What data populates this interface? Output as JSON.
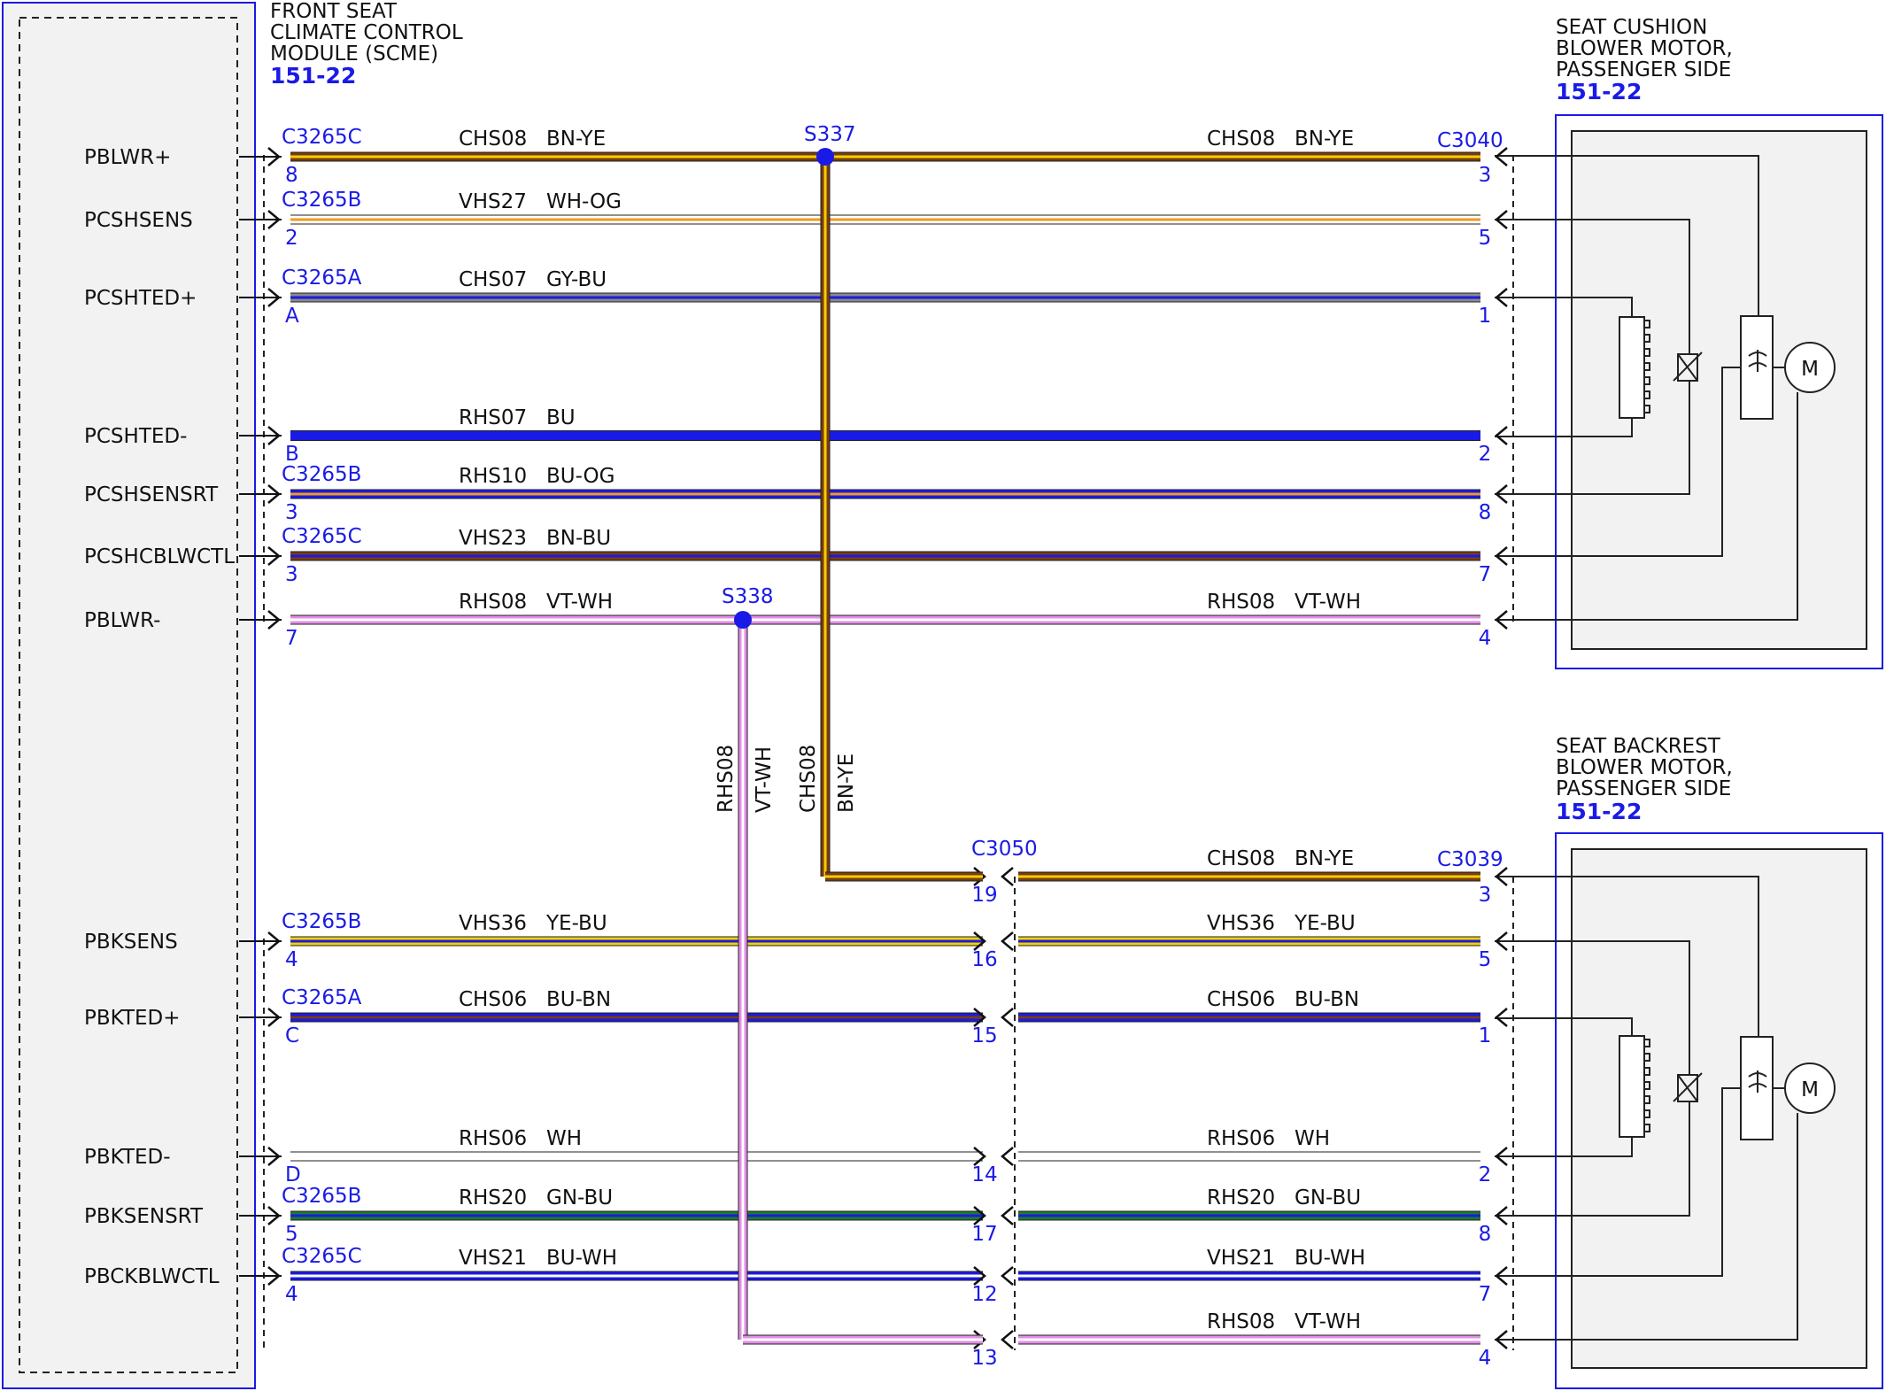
{
  "modules": {
    "scme": {
      "title_lines": [
        "FRONT SEAT",
        "CLIMATE CONTROL",
        "MODULE (SCME)"
      ],
      "ref": "151-22"
    },
    "cushion": {
      "title_lines": [
        "SEAT CUSHION",
        "BLOWER MOTOR,",
        "PASSENGER SIDE"
      ],
      "ref": "151-22",
      "motor_label": "M"
    },
    "backrest": {
      "title_lines": [
        "SEAT BACKREST",
        "BLOWER MOTOR,",
        "PASSENGER SIDE"
      ],
      "ref": "151-22",
      "motor_label": "M"
    }
  },
  "colors": {
    "BN": "#7a3b10",
    "YE": "#f2d000",
    "WH": "#ffffff",
    "OG": "#f09a20",
    "GY": "#8a8a8a",
    "BU": "#1a1ae6",
    "VT": "#e28ee6",
    "GN": "#1d7a2a",
    "outline": "#222222",
    "connector_text": "#1a1ae6"
  },
  "splices": [
    {
      "id": "S337"
    },
    {
      "id": "S338"
    }
  ],
  "inline_connector": {
    "id": "C3050"
  },
  "remote_connectors": {
    "cushion": "C3040",
    "backrest": "C3039"
  },
  "vertical_wire_labels": [
    "RHS08",
    "VT-WH",
    "CHS08",
    "BN-YE"
  ],
  "wires": [
    {
      "signal": "PBLWR+",
      "conn": "C3265C",
      "pin": "8",
      "circuit": "CHS08",
      "color": "BN-YE",
      "right_circuit": "CHS08",
      "right_color": "BN-YE",
      "right_pin": "3",
      "base": "BN",
      "stripe": "YE"
    },
    {
      "signal": "PCSHSENS",
      "conn": "C3265B",
      "pin": "2",
      "circuit": "VHS27",
      "color": "WH-OG",
      "right_pin": "5",
      "base": "WH",
      "stripe": "OG"
    },
    {
      "signal": "PCSHTED+",
      "conn": "C3265A",
      "pin": "A",
      "circuit": "CHS07",
      "color": "GY-BU",
      "right_pin": "1",
      "base": "GY",
      "stripe": "BU"
    },
    {
      "signal": "PCSHTED-",
      "conn": "",
      "pin": "B",
      "circuit": "RHS07",
      "color": "BU",
      "right_pin": "2",
      "base": "BU",
      "stripe": ""
    },
    {
      "signal": "PCSHSENSRT",
      "conn": "C3265B",
      "pin": "3",
      "circuit": "RHS10",
      "color": "BU-OG",
      "right_pin": "8",
      "base": "BU",
      "stripe": "OG"
    },
    {
      "signal": "PCSHCBLWCTL",
      "conn": "C3265C",
      "pin": "3",
      "circuit": "VHS23",
      "color": "BN-BU",
      "right_pin": "7",
      "base": "BN",
      "stripe": "BU"
    },
    {
      "signal": "PBLWR-",
      "conn": "",
      "pin": "7",
      "circuit": "RHS08",
      "color": "VT-WH",
      "right_circuit": "RHS08",
      "right_color": "VT-WH",
      "right_pin": "4",
      "base": "VT",
      "stripe": "WH"
    },
    {
      "signal": "",
      "conn": "",
      "pin": "",
      "circuit": "",
      "color": "",
      "right_circuit": "CHS08",
      "right_color": "BN-YE",
      "mid_pin": "19",
      "right_pin": "3",
      "base": "BN",
      "stripe": "YE"
    },
    {
      "signal": "PBKSENS",
      "conn": "C3265B",
      "pin": "4",
      "circuit": "VHS36",
      "color": "YE-BU",
      "right_circuit": "VHS36",
      "right_color": "YE-BU",
      "mid_pin": "16",
      "right_pin": "5",
      "base": "YE",
      "stripe": "BU"
    },
    {
      "signal": "PBKTED+",
      "conn": "C3265A",
      "pin": "C",
      "circuit": "CHS06",
      "color": "BU-BN",
      "right_circuit": "CHS06",
      "right_color": "BU-BN",
      "mid_pin": "15",
      "right_pin": "1",
      "base": "BU",
      "stripe": "BN"
    },
    {
      "signal": "PBKTED-",
      "conn": "",
      "pin": "D",
      "circuit": "RHS06",
      "color": "WH",
      "right_circuit": "RHS06",
      "right_color": "WH",
      "mid_pin": "14",
      "right_pin": "2",
      "base": "WH",
      "stripe": ""
    },
    {
      "signal": "PBKSENSRT",
      "conn": "C3265B",
      "pin": "5",
      "circuit": "RHS20",
      "color": "GN-BU",
      "right_circuit": "RHS20",
      "right_color": "GN-BU",
      "mid_pin": "17",
      "right_pin": "8",
      "base": "GN",
      "stripe": "BU"
    },
    {
      "signal": "PBCKBLWCTL",
      "conn": "C3265C",
      "pin": "4",
      "circuit": "VHS21",
      "color": "BU-WH",
      "right_circuit": "VHS21",
      "right_color": "BU-WH",
      "mid_pin": "12",
      "right_pin": "7",
      "base": "BU",
      "stripe": "WH"
    },
    {
      "signal": "",
      "conn": "",
      "pin": "",
      "circuit": "",
      "color": "",
      "right_circuit": "RHS08",
      "right_color": "VT-WH",
      "mid_pin": "13",
      "right_pin": "4",
      "base": "VT",
      "stripe": "WH"
    }
  ]
}
